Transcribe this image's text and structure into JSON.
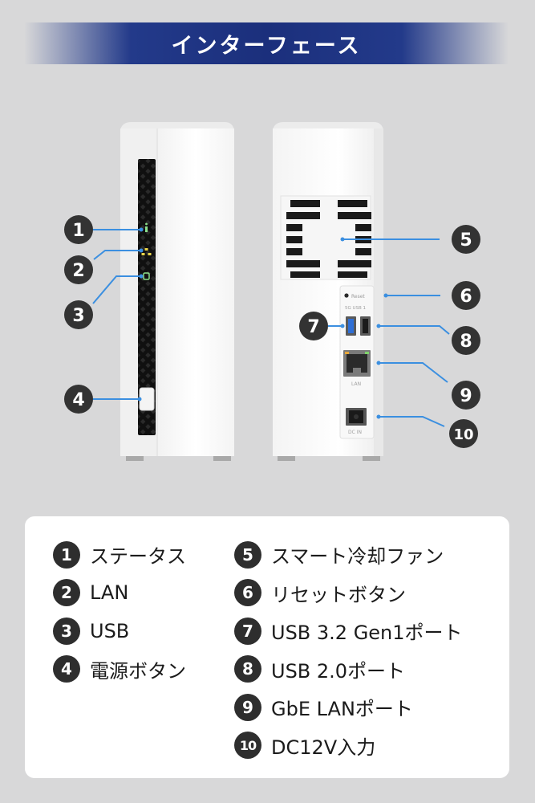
{
  "banner": {
    "title": "インターフェース"
  },
  "device": {
    "rear_labels": {
      "reset": "Reset",
      "usb": "5G  USB  1",
      "lan": "LAN",
      "dc_in": "DC IN"
    }
  },
  "callouts": [
    "1",
    "2",
    "3",
    "4",
    "5",
    "6",
    "7",
    "8",
    "9",
    "10"
  ],
  "legend": {
    "left": [
      {
        "num": "1",
        "label": "ステータス"
      },
      {
        "num": "2",
        "label": "LAN"
      },
      {
        "num": "3",
        "label": "USB"
      },
      {
        "num": "4",
        "label": "電源ボタン"
      }
    ],
    "right": [
      {
        "num": "5",
        "label": "スマート冷却ファン"
      },
      {
        "num": "6",
        "label": "リセットボタン"
      },
      {
        "num": "7",
        "label": "USB 3.2 Gen1ポート"
      },
      {
        "num": "8",
        "label": "USB 2.0ポート"
      },
      {
        "num": "9",
        "label": "GbE LANポート"
      },
      {
        "num": "10",
        "label": "DC12V入力"
      }
    ]
  },
  "colors": {
    "banner": "#1b2f7c",
    "leader_line": "#3b8fe0",
    "usb3_blue": "#2f6fd6",
    "status_green": "#7fe07a",
    "lan_yellow": "#e8d44a"
  }
}
